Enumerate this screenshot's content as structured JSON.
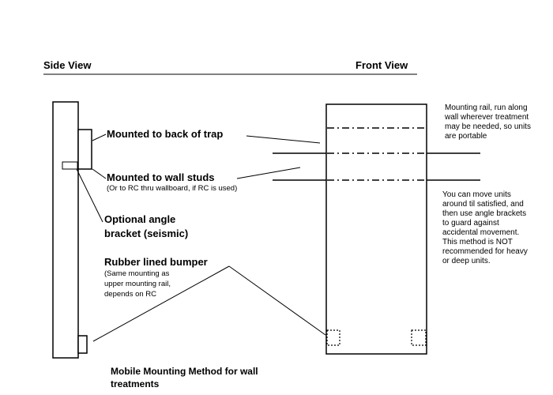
{
  "headers": {
    "side_view": "Side View",
    "front_view": "Front View"
  },
  "labels": {
    "back_of_trap": "Mounted to back of trap",
    "wall_studs": "Mounted to wall studs",
    "wall_studs_note": "(Or to RC thru wallboard, if RC is used)",
    "angle_bracket_line1": "Optional angle",
    "angle_bracket_line2": "bracket (seismic)",
    "bumper": "Rubber lined bumper",
    "bumper_note_line1": "(Same mounting as",
    "bumper_note_line2": "upper mounting rail,",
    "bumper_note_line3": "depends on RC"
  },
  "notes": {
    "rail_line1": "Mounting rail, run along",
    "rail_line2": "wall wherever treatment",
    "rail_line3": "may be needed, so units",
    "rail_line4": "are portable",
    "move_line1": "You can move units",
    "move_line2": "around til satisfied, and",
    "move_line3": "then use angle brackets",
    "move_line4": "to guard against",
    "move_line5": "accidental movement.",
    "move_line6": "This method is NOT",
    "move_line7": "recommended for heavy",
    "move_line8": "or deep units."
  },
  "caption": {
    "line1": "Mobile Mounting Method for wall",
    "line2": "treatments"
  }
}
